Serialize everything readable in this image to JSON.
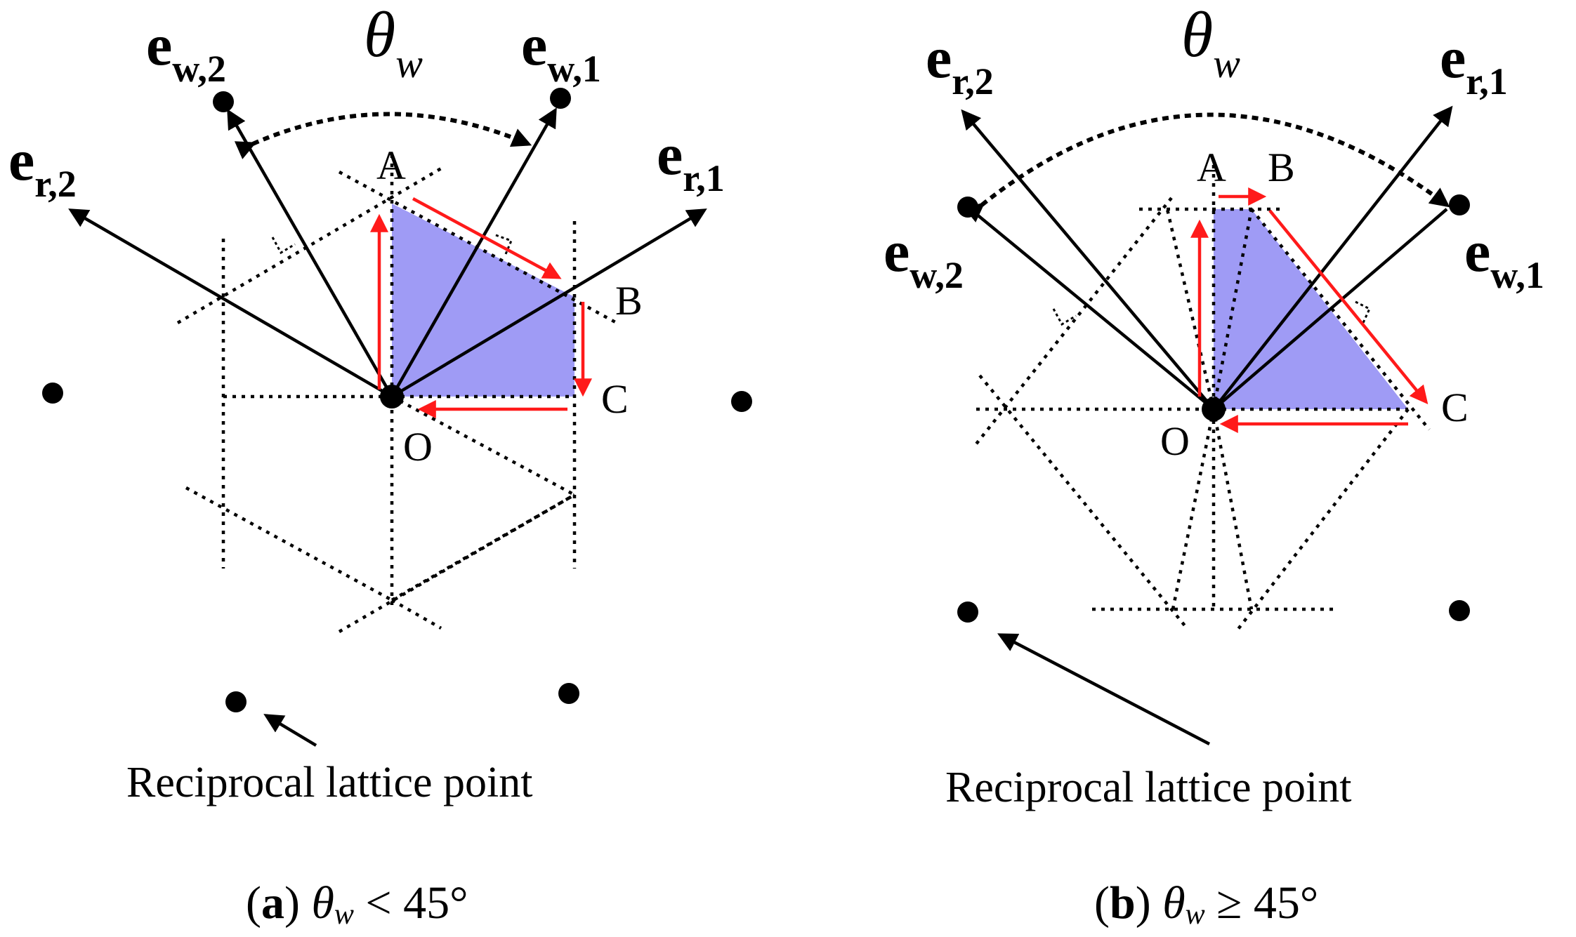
{
  "colors": {
    "region_fill": "#9f9bf5",
    "red_path": "#ff1a1a",
    "ink": "#000000"
  },
  "panel_a": {
    "theta_symbol": "θ",
    "theta_sub": "w",
    "vec_symbol": "e",
    "ew2_sub": "w,2",
    "ew1_sub": "w,1",
    "er2_sub": "r,2",
    "er1_sub": "r,1",
    "label_A": "A",
    "label_B": "B",
    "label_C": "C",
    "label_O": "O",
    "lattice_note": "Reciprocal lattice point",
    "caption_letter": "a",
    "caption_theta": "θ",
    "caption_sub": "w",
    "caption_rel": " < 45°"
  },
  "panel_b": {
    "theta_symbol": "θ",
    "theta_sub": "w",
    "vec_symbol": "e",
    "er2_sub": "r,2",
    "er1_sub": "r,1",
    "ew2_sub": "w,2",
    "ew1_sub": "w,1",
    "label_A": "A",
    "label_B": "B",
    "label_C": "C",
    "label_O": "O",
    "lattice_note": "Reciprocal lattice point",
    "caption_letter": "b",
    "caption_theta": "θ",
    "caption_sub": "w",
    "caption_rel": " ≥ 45°"
  }
}
